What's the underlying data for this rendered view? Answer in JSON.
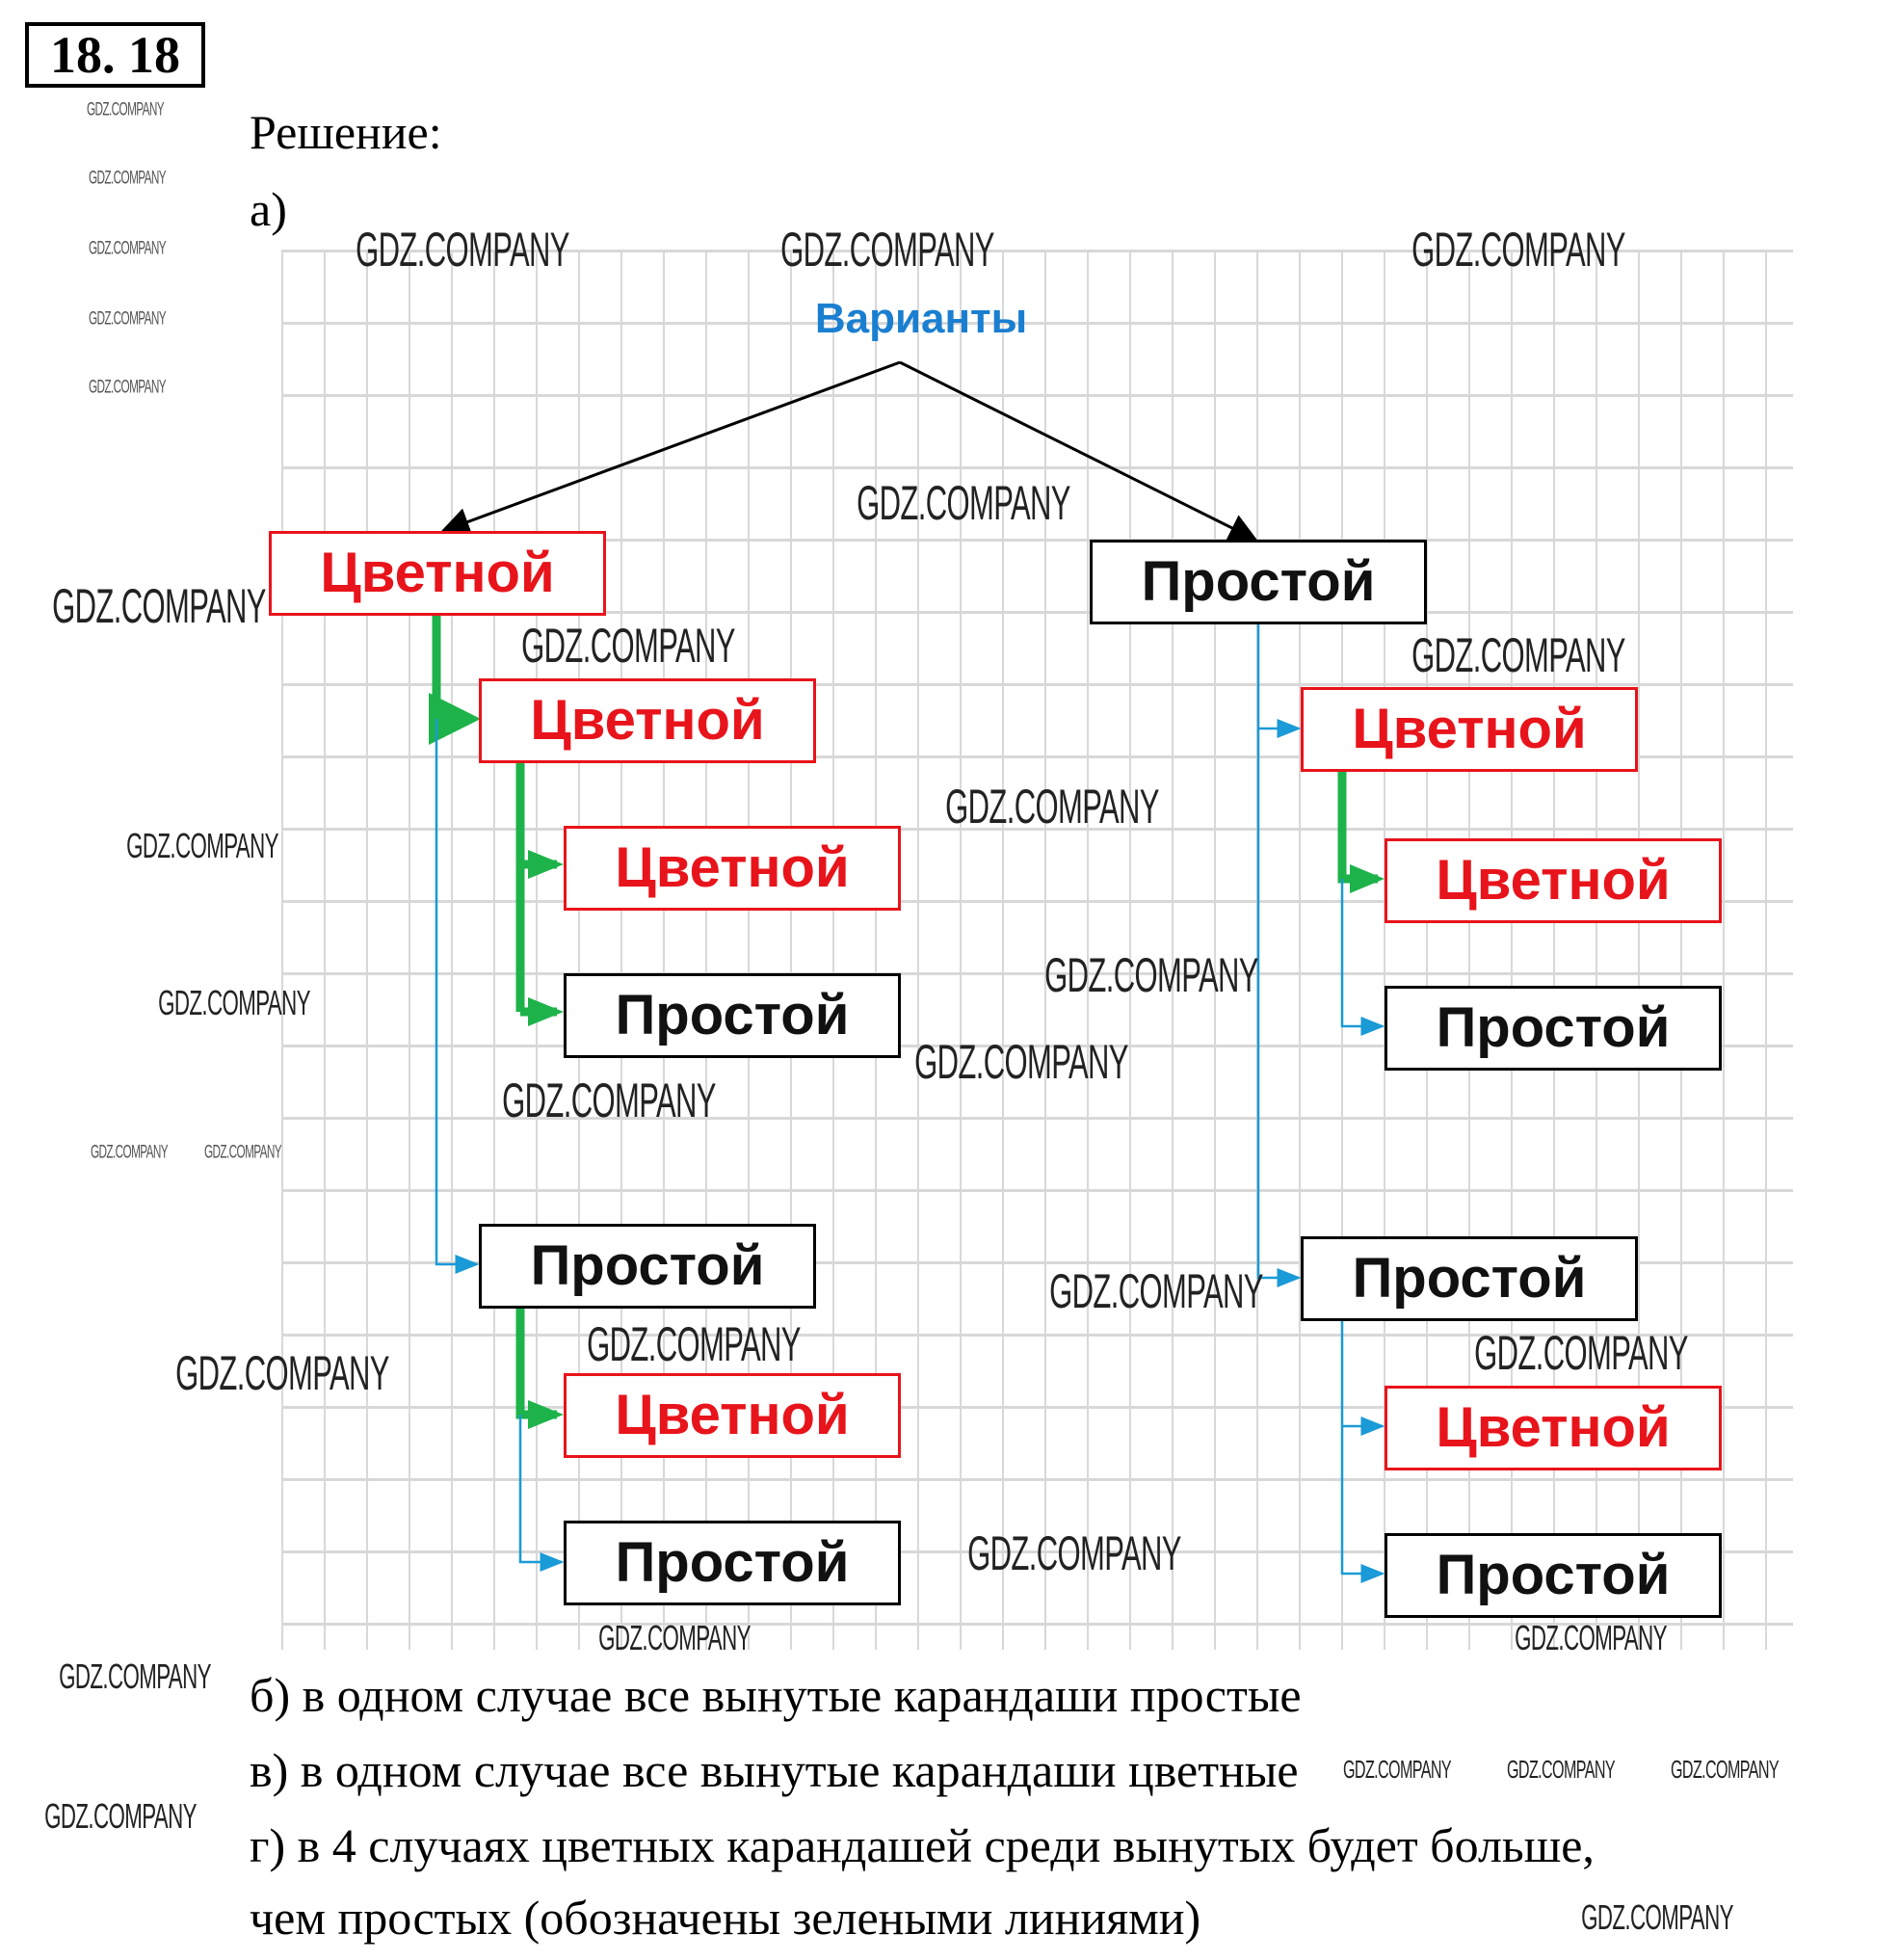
{
  "problem_number": "18. 18",
  "solution_label": "Решение:",
  "part_a_label": "а)",
  "diagram": {
    "root": "Варианты",
    "boxes": [
      "Цветной",
      "Простой",
      "Цветной",
      "Цветной",
      "Простой",
      "Простой",
      "Цветной",
      "Простой",
      "Цветной",
      "Цветной",
      "Простой",
      "Простой",
      "Цветной",
      "Простой"
    ],
    "colors": {
      "colored": "#e8141b",
      "simple": "#000000",
      "root": "#1a7fd0",
      "green_line": "#1db34a",
      "blue_line": "#1a9ad6"
    }
  },
  "answers": [
    "б) в одном случае все вынутые карандаши простые",
    "в) в одном случае все вынутые карандаши цветные",
    "г) в 4 случаях цветных карандашей среди вынутых будет больше,",
    "чем простых (обозначены зелеными линиями)"
  ],
  "watermark": "GDZ.COMPANY"
}
